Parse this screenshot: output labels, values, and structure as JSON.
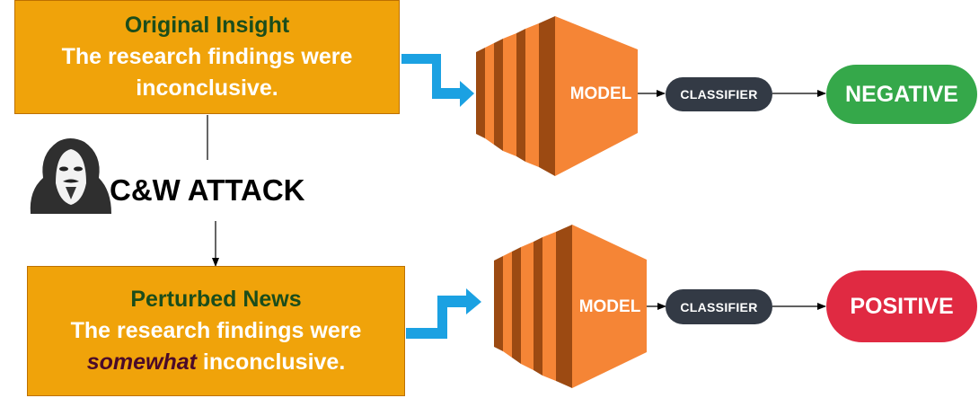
{
  "top": {
    "heading": "Original Insight",
    "line1": "The research findings were",
    "line2": "inconclusive.",
    "model_label": "MODEL",
    "classifier_label": "CLASSIFIER",
    "result_label": "NEGATIVE",
    "result_color": "#35a84a"
  },
  "attack": {
    "label": "C&W ATTACK",
    "icon": "hacker-icon"
  },
  "bottom": {
    "heading": "Perturbed News",
    "line1": "The research findings were",
    "line2_emphasis": "somewhat",
    "line2_rest": " inconclusive.",
    "model_label": "MODEL",
    "classifier_label": "CLASSIFIER",
    "result_label": "POSITIVE",
    "result_color": "#e02a42"
  },
  "colors": {
    "box_fill": "#f0a30a",
    "model_orange": "#f58536",
    "model_dark": "#9c4a12",
    "arrow_blue": "#1ba1e2"
  }
}
